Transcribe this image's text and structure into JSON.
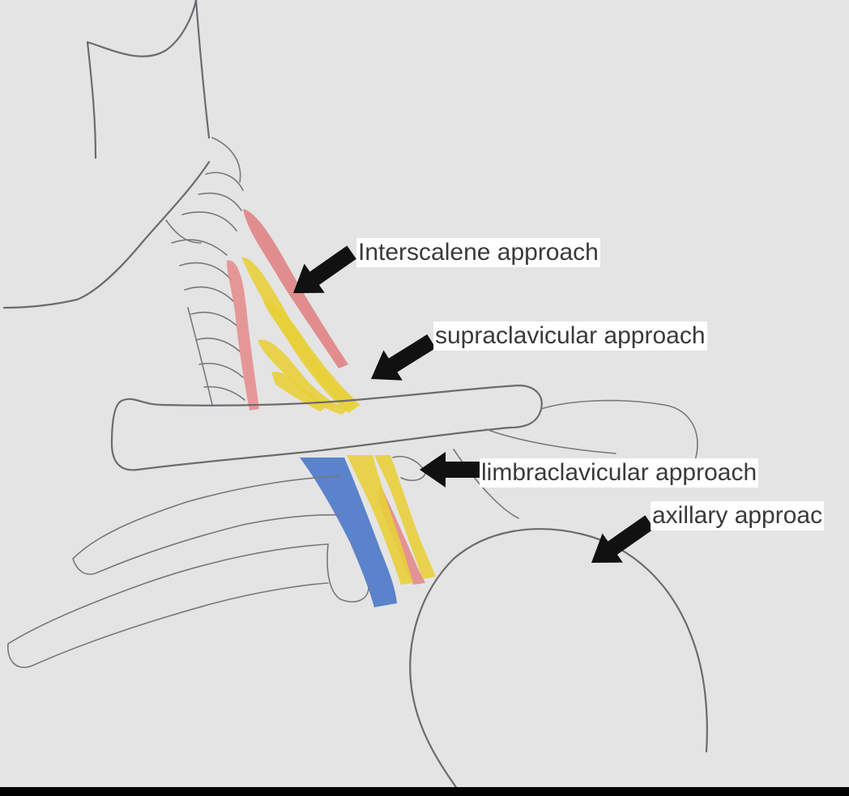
{
  "labels": {
    "interscalene": "Interscalene approach",
    "supraclavicular": "supraclavicular approach",
    "infraclavicular": "limbraclavicular approach",
    "axillary": "axillary approac"
  },
  "colors": {
    "background": "#e4e4e4",
    "muscle": "#e07e7e",
    "nerve": "#e8cf3a",
    "vein": "#4a78c8",
    "outline": "#6e6a70",
    "arrow": "#111111"
  }
}
